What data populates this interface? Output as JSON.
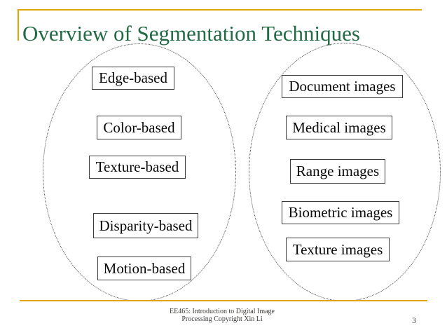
{
  "slide": {
    "title": "Overview of Segmentation Techniques",
    "page_number": "3",
    "footer": {
      "line1": "EE465: Introduction to Digital Image",
      "line2": "Processing Copyright Xin Li"
    }
  },
  "groups": [
    {
      "name": "segmentation-techniques",
      "items": [
        "Edge-based",
        "Color-based",
        "Texture-based",
        "Disparity-based",
        "Motion-based"
      ]
    },
    {
      "name": "image-types",
      "items": [
        "Document images",
        "Medical images",
        "Range images",
        "Biometric images",
        "Texture images"
      ]
    }
  ],
  "colors": {
    "accent_gold": "#e2a404",
    "title_green": "#226b45",
    "box_border": "#3a3a3a",
    "ellipse_dots": "#4a4a4a",
    "footer_text": "#3d3a36"
  }
}
